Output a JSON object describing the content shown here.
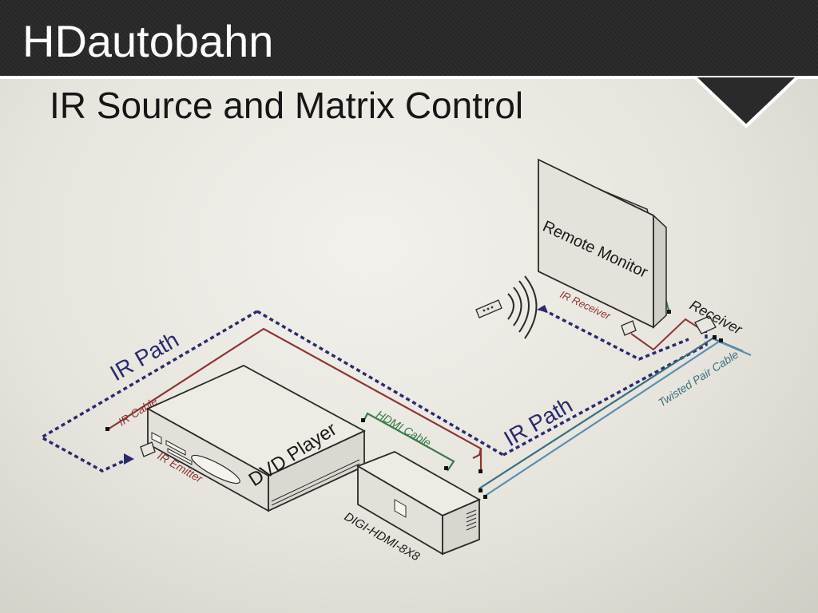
{
  "header": {
    "brand": "HDautobahn"
  },
  "slide": {
    "title": "IR Source and Matrix Control"
  },
  "diagram": {
    "labels": {
      "remote_monitor": "Remote Monitor",
      "ir_receiver": "IR Receiver",
      "receiver": "Receiver",
      "twisted_pair_cable": "Twisted Pair Cable",
      "ir_path_left": "IR Path",
      "ir_path_right": "IR Path",
      "ir_cable": "IR Cable",
      "ir_emitter": "IR Emitter",
      "dvd_player": "DVD Player",
      "hdmi_cable": "HDMI Cable",
      "matrix": "DIGI-HDMI-8X8"
    },
    "colors": {
      "ir_path": "#2b2a6e",
      "ir_cable": "#8a3535",
      "hdmi_cable": "#3a7a4a",
      "twisted_pair_a": "#3a6f80",
      "twisted_pair_b": "#5b8fb0",
      "device_outline": "#2a2a2a"
    }
  }
}
